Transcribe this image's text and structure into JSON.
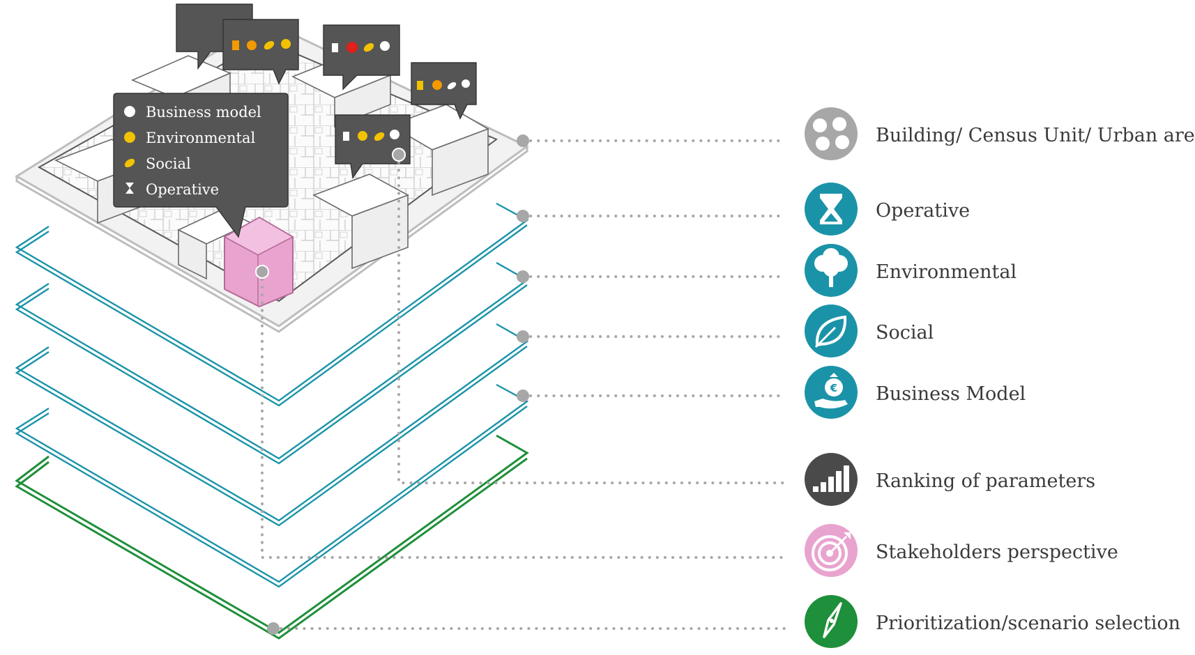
{
  "legend": {
    "building": "Building/ Census Unit/ Urban area",
    "operative": "Operative",
    "environmental": "Environmental",
    "social": "Social",
    "business": "Business Model",
    "ranking": "Ranking of  parameters",
    "stakeholders": "Stakeholders perspective",
    "prioritization": "Prioritization/scenario selection"
  },
  "bubble": {
    "business": "Business model",
    "environmental": "Environmental",
    "social": "Social",
    "operative": "Operative"
  },
  "icons": {
    "building": "building-cluster-icon",
    "operative": "hourglass-icon",
    "environmental": "tree-icon",
    "social": "leaf-icon",
    "business": "money-bag-hand-icon",
    "ranking": "bar-ranking-icon",
    "stakeholders": "target-arrow-icon",
    "prioritization": "compass-icon"
  },
  "colors": {
    "teal": "#1a93a8",
    "green": "#1e8f3a",
    "pink": "#e9a3cf",
    "gray": "#a7a7a7",
    "dark": "#4a4a4a",
    "bubble": "#555555",
    "yellow": "#f2c200",
    "orange": "#f29a00",
    "red": "#e0201a"
  }
}
